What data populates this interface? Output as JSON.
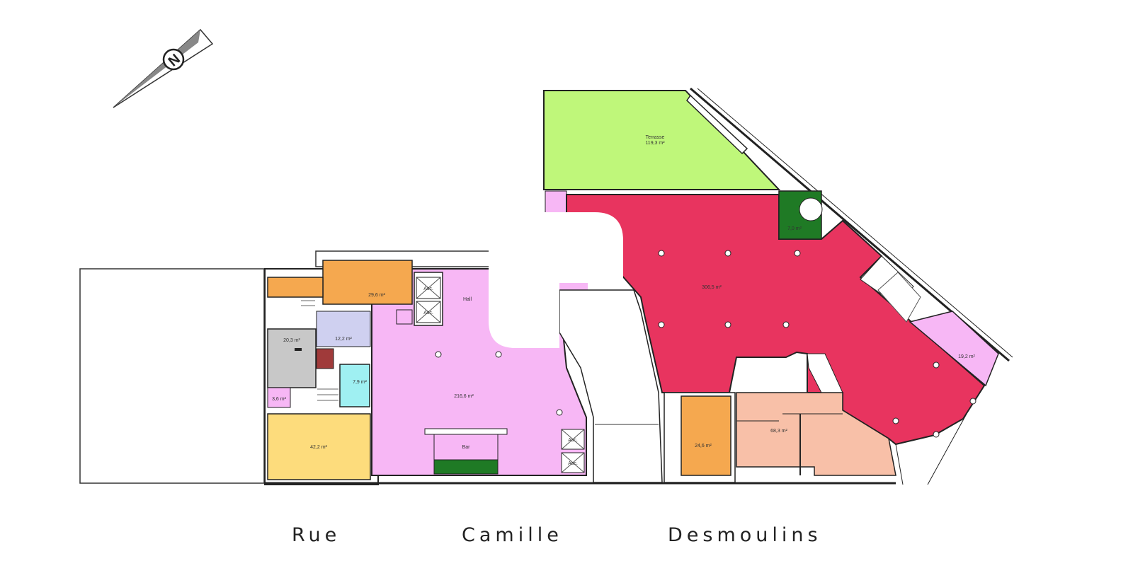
{
  "compass": {
    "letter": "N"
  },
  "street": {
    "words": [
      "Rue",
      "Camille",
      "Desmoulins"
    ]
  },
  "rooms": {
    "terrace": {
      "name": "Terrasse",
      "area": "119,3 m²"
    },
    "main_hall": {
      "area": "306,5 m²"
    },
    "spiral_stair": {
      "area": "7,0 m²"
    },
    "corridor": {
      "area": "19,2 m²"
    },
    "hall": {
      "name": "Hall",
      "area": "216,6 m²"
    },
    "bar": {
      "name": "Bar"
    },
    "orange_left": {
      "area": "29,6 m²"
    },
    "gray_room": {
      "area": "20,3 m²"
    },
    "lavender_room": {
      "area": "12,2 m²"
    },
    "wc": {
      "area": "7,9 m²"
    },
    "small_pink": {
      "area": "3,6 m²"
    },
    "yellow_room": {
      "area": "42,2 m²"
    },
    "transformer": {
      "area": "24,6 m²"
    },
    "salmon_room": {
      "area": "68,3 m²"
    },
    "lifts": [
      "Asc.",
      "Asc.",
      "Asc.",
      "Asc."
    ]
  },
  "colors": {
    "terrace": "#bff77a",
    "main_hall": "#e8345f",
    "hall": "#f7b7f5",
    "orange": "#f5a84f",
    "gray": "#c8c8c8",
    "lavender": "#cfd0f0",
    "cyan": "#9ff0f2",
    "yellow": "#fddc7c",
    "salmon": "#f8c0a8",
    "dark_green": "#1f7a25"
  }
}
